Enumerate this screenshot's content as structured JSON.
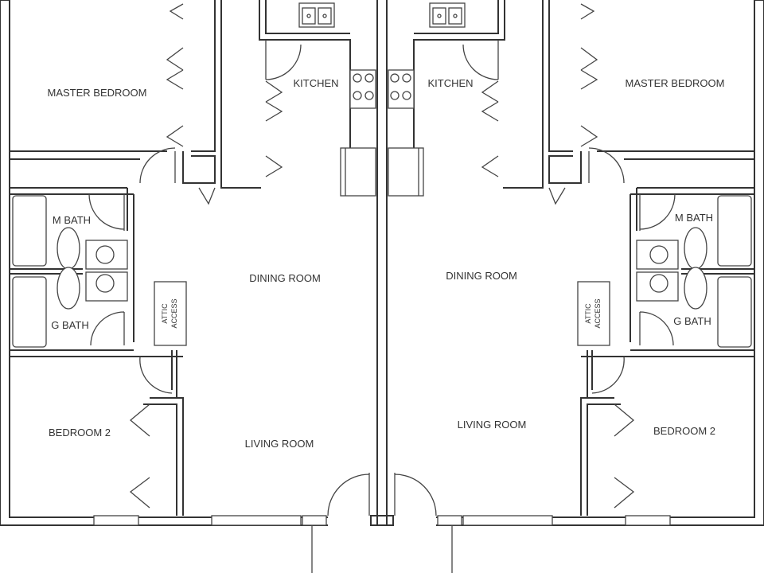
{
  "left_unit": {
    "rooms": {
      "master_bedroom": "MASTER BEDROOM",
      "kitchen": "KITCHEN",
      "m_bath": "M BATH",
      "g_bath": "G BATH",
      "dining_room": "DINING ROOM",
      "living_room": "LIVING ROOM",
      "bedroom_2": "BEDROOM 2"
    },
    "attic_line1": "ATTIC",
    "attic_line2": "ACCESS"
  },
  "right_unit": {
    "rooms": {
      "master_bedroom": "MASTER BEDROOM",
      "kitchen": "KITCHEN",
      "m_bath": "M BATH",
      "g_bath": "G BATH",
      "dining_room": "DINING ROOM",
      "living_room": "LIVING ROOM",
      "bedroom_2": "BEDROOM 2"
    },
    "attic_line1": "ATTIC",
    "attic_line2": "ACCESS"
  },
  "colors": {
    "line": "#333333",
    "background": "#ffffff"
  }
}
